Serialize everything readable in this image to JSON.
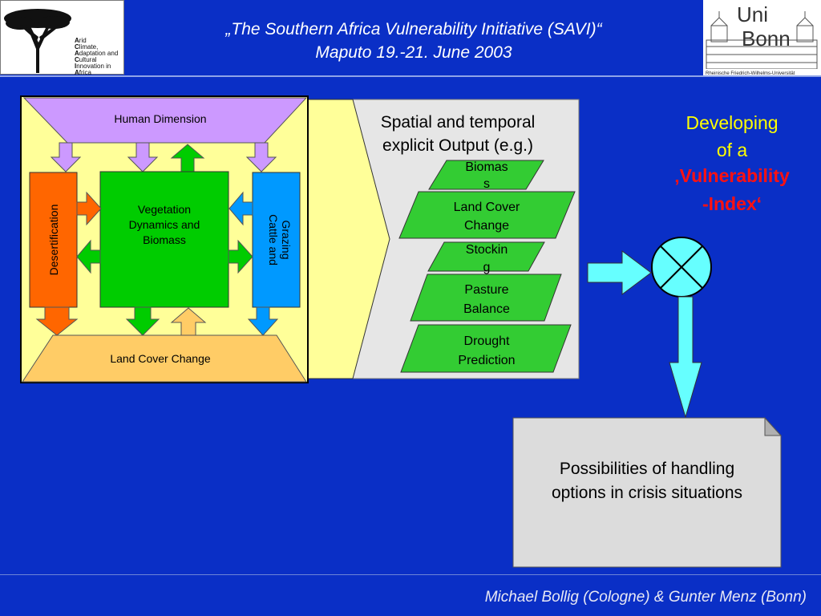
{
  "header": {
    "title_line1": "„The Southern Africa Vulnerability Initiative (SAVI)“",
    "title_line2": "Maputo 19.-21. June 2003"
  },
  "logo_left": {
    "letters": [
      "A",
      "C",
      "A",
      "C",
      "I",
      "A"
    ],
    "words": [
      "rid",
      "limate,",
      "daptation and",
      "ultural",
      "nnovation in",
      "frica"
    ]
  },
  "logo_right": {
    "line1": "Uni",
    "line2": "Bonn",
    "caption": "Rheinische Friedrich-Wilhelms-Universität"
  },
  "diagram": {
    "human_dimension": "Human Dimension",
    "vegetation": [
      "Vegetation",
      "Dynamics and",
      "Biomass"
    ],
    "desertification": "Desertification",
    "cattle_grazing": [
      "Cattle and",
      "Grazing"
    ],
    "land_cover_change": "Land Cover Change"
  },
  "output": {
    "heading_line1": "Spatial and temporal",
    "heading_line2": "explicit Output (e.g.)",
    "items": [
      {
        "lines": [
          "Biomas",
          "s"
        ]
      },
      {
        "lines": [
          "Land Cover",
          "Change"
        ]
      },
      {
        "lines": [
          "Stockin",
          "g"
        ]
      },
      {
        "lines": [
          "Pasture",
          "Balance"
        ]
      },
      {
        "lines": [
          "Drought",
          "Prediction"
        ]
      }
    ]
  },
  "developing": {
    "line1": "Developing",
    "line2": "of a",
    "line3": "‚Vulnerability",
    "line4": "-Index‘"
  },
  "options": {
    "line1": "Possibilities of handling",
    "line2": "options in crisis situations"
  },
  "footer": {
    "text": "Michael Bollig (Cologne) & Gunter Menz (Bonn)"
  },
  "colors": {
    "background": "#0a2fc6",
    "purple": "#cc99ff",
    "green": "#00cc00",
    "orange": "#ff6600",
    "blue": "#0099ff",
    "tan": "#ffcc66",
    "yellow_bg": "#ffff99",
    "cyan": "#66ffff",
    "vulnerability_red": "#ff1111",
    "developing_yellow": "#ffff00"
  }
}
